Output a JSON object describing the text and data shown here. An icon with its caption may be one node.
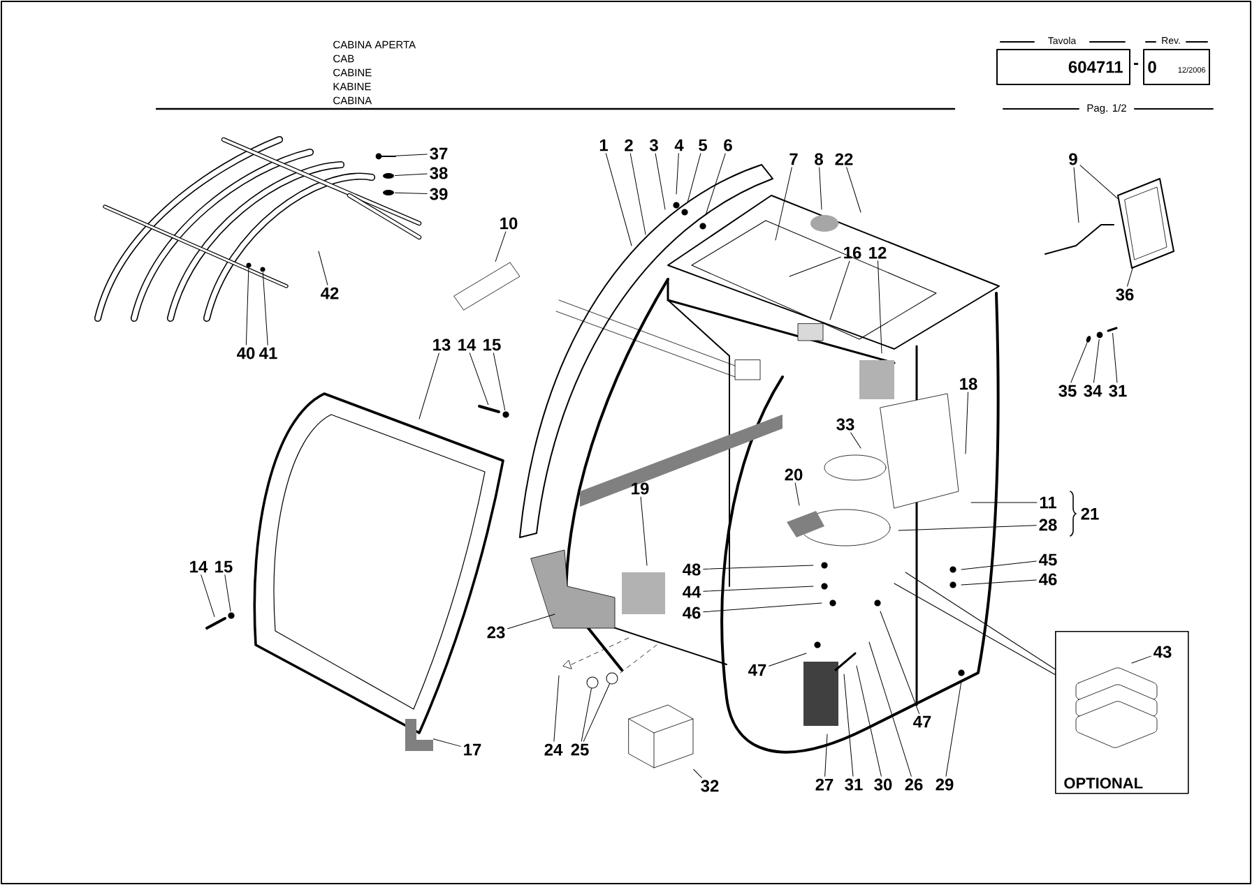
{
  "diagram": {
    "nodes": [
      {
        "text": [
          "Tavola",
          "604711"
        ]
      },
      {
        "text": [
          "Rev.",
          "0",
          "12/2006"
        ]
      },
      {
        "text": [
          "OPTIONAL"
        ]
      },
      {
        "text": [
          "37"
        ]
      },
      {
        "text": [
          "38"
        ]
      },
      {
        "text": [
          "39"
        ]
      },
      {
        "text": [
          "1"
        ]
      },
      {
        "text": [
          "2"
        ]
      },
      {
        "text": [
          "3"
        ]
      },
      {
        "text": [
          "4"
        ]
      },
      {
        "text": [
          "5"
        ]
      },
      {
        "text": [
          "6"
        ]
      },
      {
        "text": [
          "7"
        ]
      },
      {
        "text": [
          "8"
        ]
      },
      {
        "text": [
          "22"
        ]
      },
      {
        "text": [
          "9"
        ]
      },
      {
        "text": [
          "10"
        ]
      },
      {
        "text": [
          "16"
        ]
      },
      {
        "text": [
          "12"
        ]
      },
      {
        "text": [
          "36"
        ]
      },
      {
        "text": [
          "42"
        ]
      },
      {
        "text": [
          "40"
        ]
      },
      {
        "text": [
          "41"
        ]
      },
      {
        "text": [
          "13"
        ]
      },
      {
        "text": [
          "14"
        ]
      },
      {
        "text": [
          "15"
        ]
      },
      {
        "text": [
          "18"
        ]
      },
      {
        "text": [
          "35"
        ]
      },
      {
        "text": [
          "34"
        ]
      },
      {
        "text": [
          "31"
        ]
      },
      {
        "text": [
          "33"
        ]
      },
      {
        "text": [
          "19"
        ]
      },
      {
        "text": [
          "20"
        ]
      },
      {
        "text": [
          "11"
        ]
      },
      {
        "text": [
          "28"
        ]
      },
      {
        "text": [
          "45"
        ]
      },
      {
        "text": [
          "46"
        ]
      },
      {
        "text": [
          "48"
        ]
      },
      {
        "text": [
          "44"
        ]
      },
      {
        "text": [
          "46"
        ]
      },
      {
        "text": [
          "14"
        ]
      },
      {
        "text": [
          "15"
        ]
      },
      {
        "text": [
          "23"
        ]
      },
      {
        "text": [
          "47"
        ]
      },
      {
        "text": [
          "43"
        ],
        "in": 2
      },
      {
        "text": [
          "47"
        ]
      },
      {
        "text": [
          "17"
        ]
      },
      {
        "text": [
          "24"
        ]
      },
      {
        "text": [
          "25"
        ]
      },
      {
        "text": [
          "27"
        ]
      },
      {
        "text": [
          "31"
        ]
      },
      {
        "text": [
          "30"
        ]
      },
      {
        "text": [
          "26"
        ]
      },
      {
        "text": [
          "29"
        ]
      },
      {
        "text": [
          "32"
        ]
      },
      {
        "text": [],
        "shape": "picture"
      },
      {
        "text": [],
        "shape": "picture"
      },
      {
        "text": [],
        "shape": "picture"
      },
      {
        "text": [],
        "shape": "picture"
      },
      {
        "text": [],
        "shape": "picture"
      },
      {
        "text": [],
        "shape": "picture"
      },
      {
        "text": [],
        "shape": "picture"
      },
      {
        "text": [],
        "shape": "picture"
      },
      {
        "text": [],
        "shape": "picture"
      },
      {
        "text": [],
        "shape": "picture"
      },
      {
        "text": [],
        "shape": "picture"
      },
      {
        "text": [],
        "shape": "circle"
      },
      {
        "text": [],
        "shape": "circle"
      },
      {
        "text": [],
        "shape": "picture"
      },
      {
        "text": [],
        "shape": "picture"
      },
      {
        "text": [],
        "shape": "picture"
      },
      {
        "text": [],
        "shape": "picture"
      },
      {
        "text": [],
        "shape": "picture"
      },
      {
        "text": [],
        "shape": "picture"
      }
    ],
    "edges": [
      {
        "from": 2,
        "to": null,
        "arrow": "none"
      },
      {
        "from": 2,
        "to": null,
        "arrow": "none"
      },
      {
        "from": 3,
        "to": 55,
        "arrow": "none"
      },
      {
        "from": 4,
        "to": 56,
        "arrow": "none"
      },
      {
        "from": 5,
        "to": 57,
        "arrow": "none"
      },
      {
        "from": 6,
        "to": null,
        "arrow": "none"
      },
      {
        "from": 7,
        "to": null,
        "arrow": "none"
      },
      {
        "from": 8,
        "to": null,
        "arrow": "none"
      },
      {
        "from": 9,
        "to": null,
        "arrow": "none"
      },
      {
        "from": 10,
        "to": null,
        "arrow": "none"
      },
      {
        "from": 11,
        "to": null,
        "arrow": "none"
      },
      {
        "from": 12,
        "to": null,
        "arrow": "none"
      },
      {
        "from": 13,
        "to": null,
        "arrow": "none"
      },
      {
        "from": 14,
        "to": null,
        "arrow": "none"
      },
      {
        "from": 15,
        "to": 68,
        "arrow": "none"
      },
      {
        "from": 15,
        "to": 60,
        "arrow": "none"
      },
      {
        "from": 16,
        "to": 64,
        "arrow": "none"
      },
      {
        "from": 17,
        "to": null,
        "arrow": "none"
      },
      {
        "from": 17,
        "to": null,
        "arrow": "none"
      },
      {
        "from": 18,
        "to": null,
        "arrow": "none"
      },
      {
        "from": 19,
        "to": 60,
        "arrow": "none"
      },
      {
        "from": 20,
        "to": null,
        "arrow": "none"
      },
      {
        "from": 21,
        "to": 58,
        "arrow": "none"
      },
      {
        "from": 22,
        "to": 59,
        "arrow": "none"
      },
      {
        "from": 23,
        "to": null,
        "arrow": "none"
      },
      {
        "from": 24,
        "to": 71,
        "arrow": "none"
      },
      {
        "from": 25,
        "to": 72,
        "arrow": "none"
      },
      {
        "from": 26,
        "to": null,
        "arrow": "none"
      },
      {
        "from": 27,
        "to": 61,
        "arrow": "none"
      },
      {
        "from": 28,
        "to": 62,
        "arrow": "none"
      },
      {
        "from": 29,
        "to": 63,
        "arrow": "none"
      },
      {
        "from": 30,
        "to": null,
        "arrow": "none"
      },
      {
        "from": 31,
        "to": null,
        "arrow": "none"
      },
      {
        "from": 32,
        "to": null,
        "arrow": "none"
      },
      {
        "from": 33,
        "to": null,
        "arrow": "none"
      },
      {
        "from": 34,
        "to": null,
        "arrow": "none"
      },
      {
        "from": 35,
        "to": null,
        "arrow": "none"
      },
      {
        "from": 36,
        "to": null,
        "arrow": "none"
      },
      {
        "from": 37,
        "to": null,
        "arrow": "none"
      },
      {
        "from": 38,
        "to": null,
        "arrow": "none"
      },
      {
        "from": 39,
        "to": null,
        "arrow": "none"
      },
      {
        "from": 40,
        "to": 69,
        "arrow": "none"
      },
      {
        "from": 41,
        "to": 70,
        "arrow": "none"
      },
      {
        "from": 42,
        "to": null,
        "arrow": "none"
      },
      {
        "from": 43,
        "to": null,
        "arrow": "none"
      },
      {
        "from": 44,
        "to": null,
        "arrow": "none"
      },
      {
        "from": 45,
        "to": null,
        "arrow": "none"
      },
      {
        "from": 46,
        "to": 65,
        "arrow": "none"
      },
      {
        "from": 47,
        "to": null,
        "arrow": "none"
      },
      {
        "from": 48,
        "to": 66,
        "arrow": "none"
      },
      {
        "from": 48,
        "to": 67,
        "arrow": "none"
      },
      {
        "from": 49,
        "to": null,
        "arrow": "none"
      },
      {
        "from": 50,
        "to": null,
        "arrow": "none"
      },
      {
        "from": 51,
        "to": null,
        "arrow": "none"
      },
      {
        "from": 52,
        "to": null,
        "arrow": "none"
      },
      {
        "from": 53,
        "to": null,
        "arrow": "none"
      },
      {
        "from": 54,
        "to": 73,
        "arrow": "none"
      }
    ],
    "labels": [
      "CABINA APERTA",
      "CAB",
      "CABINE",
      "KABINE",
      "CABINA",
      "-",
      "Pag. 1/2",
      "21"
    ]
  }
}
